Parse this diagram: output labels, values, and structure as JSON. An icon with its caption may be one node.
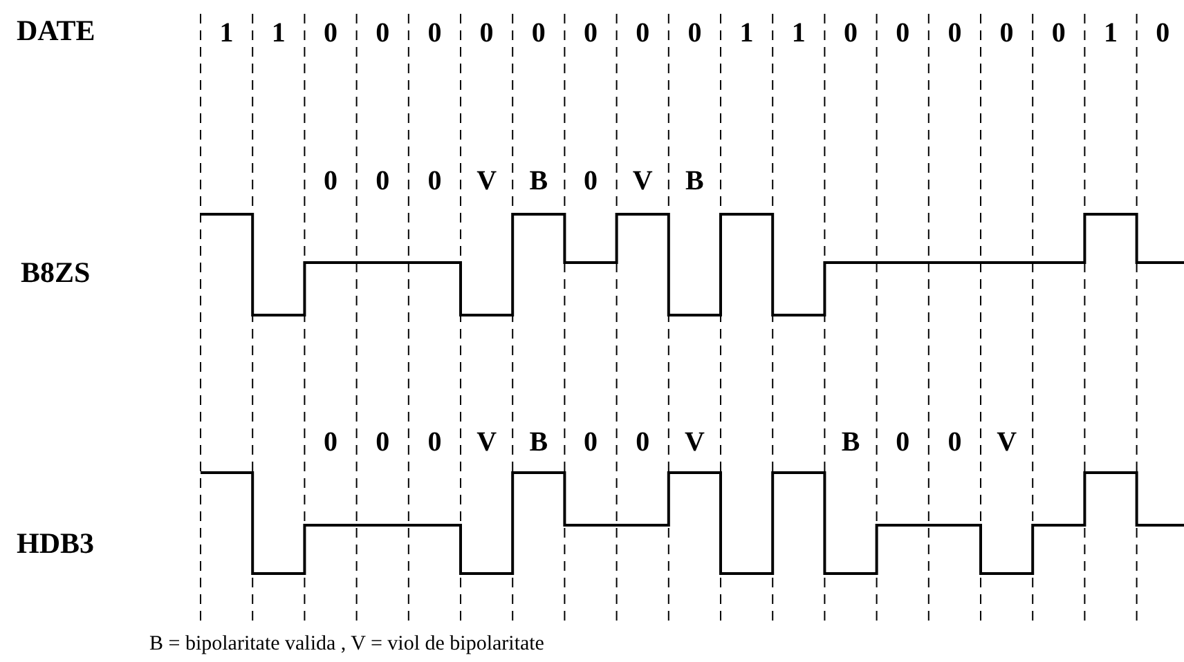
{
  "diagram": {
    "caption": "B = bipolaritate valida  ,  V = viol de bipolaritate",
    "labels": [
      "DATE",
      "1",
      "1",
      "0",
      "0",
      "0",
      "0",
      "0",
      "0",
      "0",
      "0",
      "1",
      "1",
      "0",
      "0",
      "0",
      "0",
      "0",
      "1",
      "0",
      "0",
      "0",
      "0",
      "V",
      "B",
      "0",
      "V",
      "B",
      "B8ZS",
      "0",
      "0",
      "0",
      "V",
      "B",
      "0",
      "0",
      "V",
      "B",
      "0",
      "0",
      "V",
      "HDB3"
    ]
  }
}
